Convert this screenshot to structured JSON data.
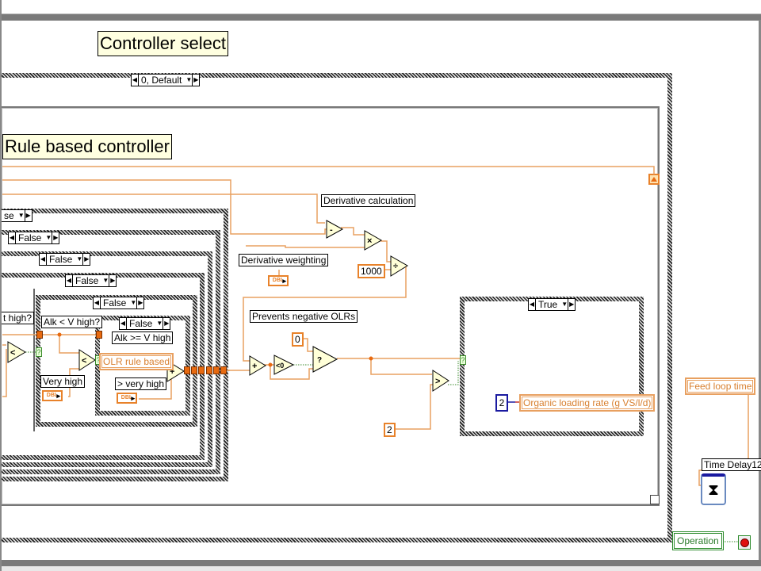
{
  "diagram": {
    "title_comment": "Controller select",
    "outer_case_selector": "0, Default",
    "inner_comment": "Rule based controller",
    "nested_case_selectors": [
      "False",
      "False",
      "False",
      "False",
      "False",
      "False"
    ],
    "partial_selector_text": "se",
    "labels": {
      "derivative_calculation": "Derivative calculation",
      "derivative_weighting": "Derivative weighting",
      "prevents_negative": "Prevents negative OLRs",
      "alk_high_partial": "t high?",
      "alk_lt_v_high": "Alk < V high?",
      "alk_ge_v_high": "Alk >= V high",
      "very_high": "Very high",
      "gt_very_high": "> very high",
      "time_delay": "Time Delay12"
    },
    "controls": {
      "dbl_text": "DBL",
      "olr_rule_based": "OLR rule based",
      "feed_loop_time": "Feed loop time",
      "operation": "Operation",
      "organic_loading_rate": "Organic loading rate (g VS/l/d)"
    },
    "constants": {
      "thousand": "1000",
      "zero": "0",
      "two": "2",
      "two_blue": "2"
    },
    "true_case_selector": "True",
    "operators": {
      "subtract": "-",
      "multiply": "×",
      "divide": "÷",
      "add": "+",
      "less_than": "<",
      "less_than_zero": "<0",
      "greater_than": ">",
      "select": "?"
    },
    "selector_term": "?",
    "colors": {
      "wire_orange": "#e8a060",
      "tunnel_orange": "#e86a10",
      "comment_bg": "#ffffe0",
      "operation_green": "#2a8a2a",
      "blue_const": "#1a1aa0"
    }
  }
}
